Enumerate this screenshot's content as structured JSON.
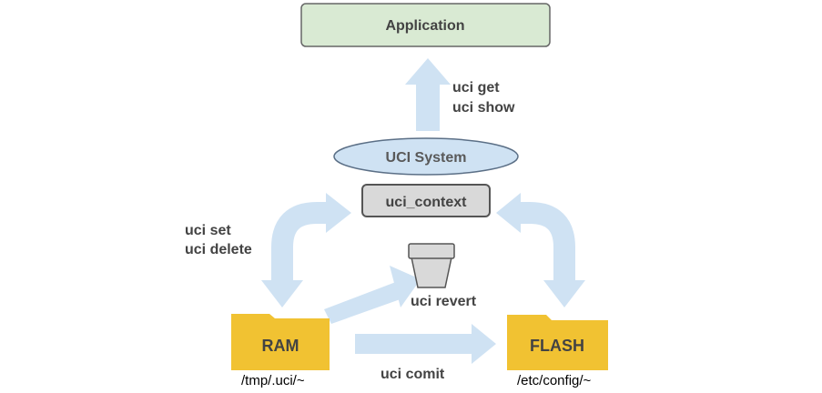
{
  "nodes": {
    "application": "Application",
    "uci_system": "UCI System",
    "uci_context": "uci_context",
    "ram": "RAM",
    "flash": "FLASH"
  },
  "paths": {
    "ram": "/tmp/.uci/~",
    "flash": "/etc/config/~"
  },
  "commands": {
    "get": "uci get",
    "show": "uci show",
    "set": "uci set",
    "delete": "uci delete",
    "revert": "uci revert",
    "commit": "uci comit"
  },
  "colors": {
    "arrow": "#cfe2f3",
    "app_fill": "#d9ead3",
    "ellipse_fill": "#cfe2f3",
    "context_fill": "#d9d9d9",
    "folder": "#f1c232",
    "text": "#434343",
    "trash_fill": "#d9d9d9"
  }
}
